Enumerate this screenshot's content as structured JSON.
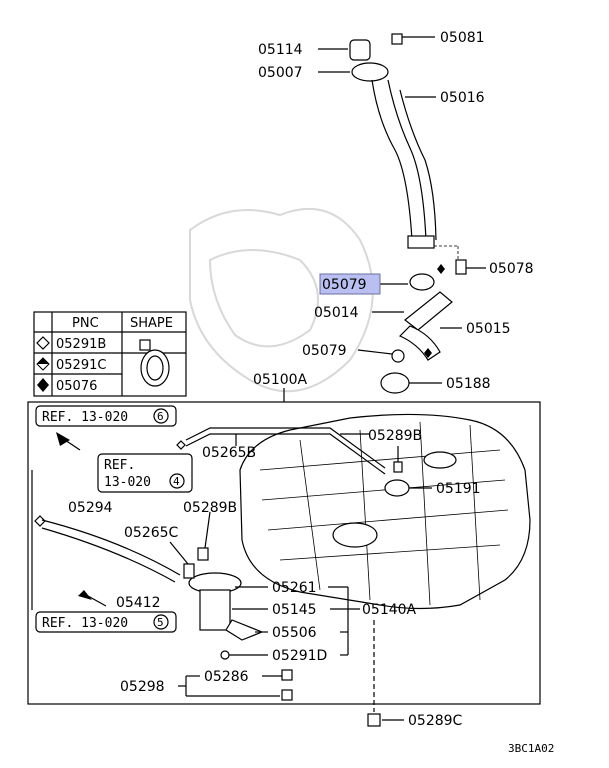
{
  "labels": {
    "p05114": "05114",
    "p05081": "05081",
    "p05007": "05007",
    "p05016": "05016",
    "p05078": "05078",
    "p05079_top": "05079",
    "p05014": "05014",
    "p05015": "05015",
    "p05079_mid": "05079",
    "p05188": "05188",
    "p05100A": "05100A",
    "p05289B_top": "05289B",
    "p05265B": "05265B",
    "p05191": "05191",
    "p05294": "05294",
    "p05289B_left": "05289B",
    "p05265C": "05265C",
    "p05261": "05261",
    "p05412": "05412",
    "p05145": "05145",
    "p05140A": "05140A",
    "p05506": "05506",
    "p05291D": "05291D",
    "p05298": "05298",
    "p05286": "05286",
    "p05289C": "05289C"
  },
  "references": {
    "ref1": "REF. 13-020",
    "ref1_num": "6",
    "ref2_line1": "REF.",
    "ref2_line2": "13-020",
    "ref2_num": "4",
    "ref3": "REF. 13-020",
    "ref3_num": "5"
  },
  "legend_table": {
    "header_pnc": "PNC",
    "header_shape": "SHAPE",
    "rows": [
      "05291B",
      "05291C",
      "05076"
    ]
  },
  "highlight_color": "#b9bff0",
  "diagram_code": "3BC1A02"
}
